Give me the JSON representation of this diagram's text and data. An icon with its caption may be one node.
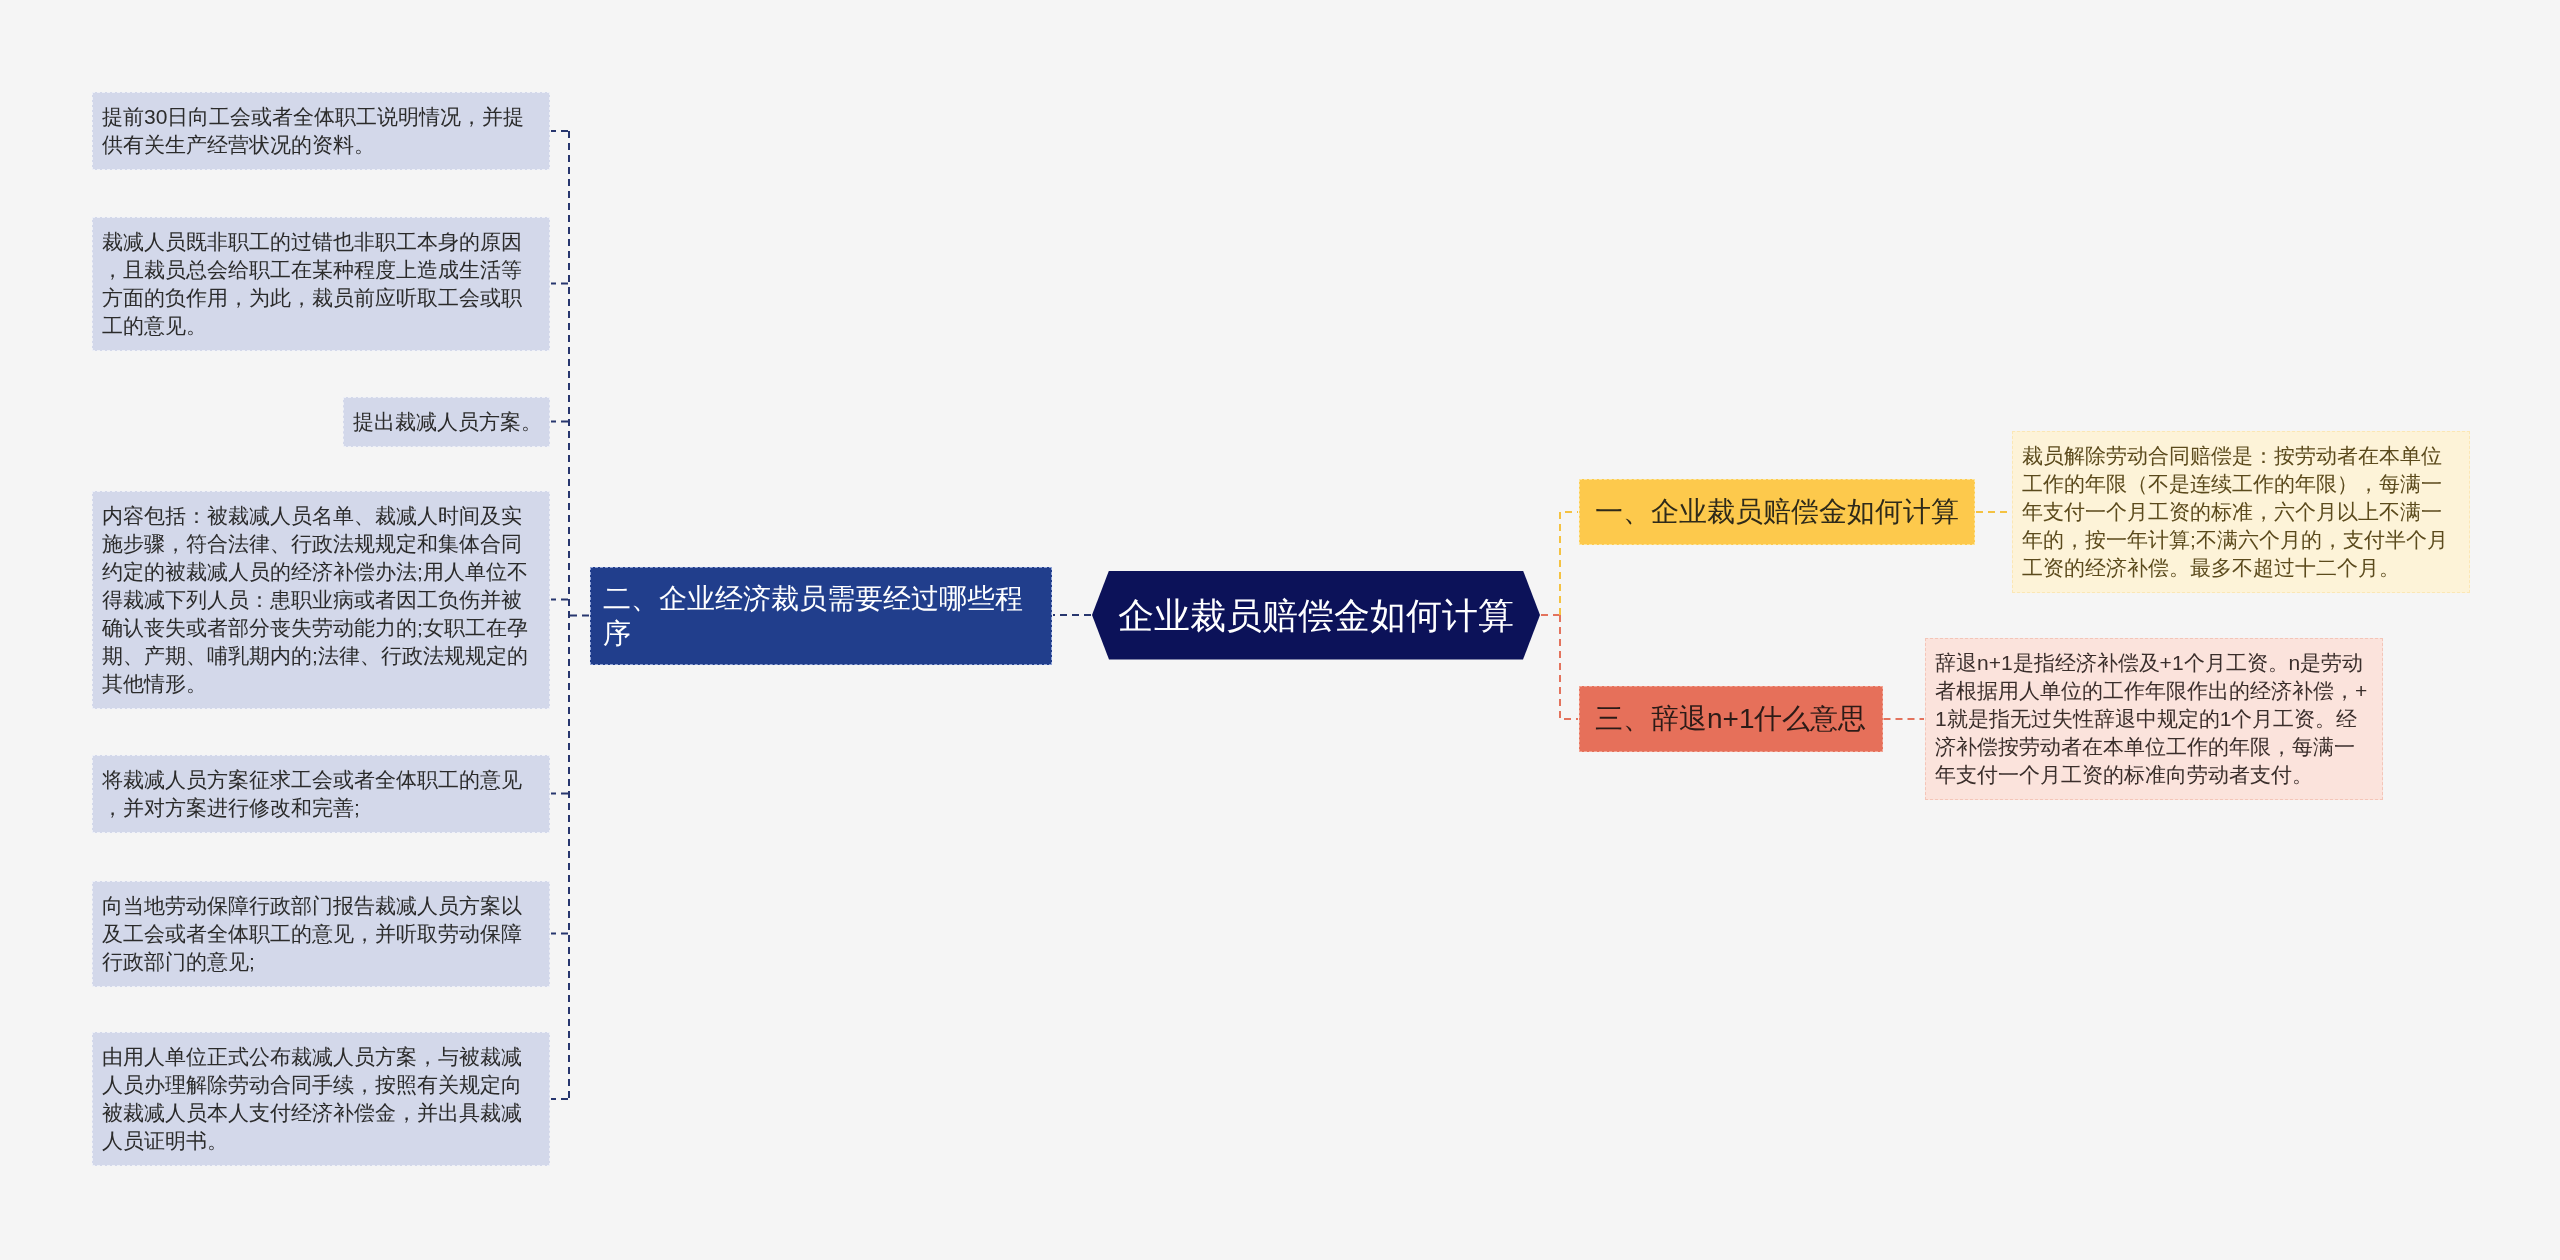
{
  "diagram": {
    "nodes": [
      {
        "text": [
          "企业裁员赔偿金如何计算"
        ]
      },
      {
        "text": [
          "一、企业裁员赔偿金如何计算"
        ]
      },
      {
        "text": [
          "裁员解除劳动合同赔偿是：按劳动者在本单位工作的年限（不是连续工作的年限），每满一年支付一个月工资的标准，六个月以上不满一年的，按一年计算;不满六个月的，支付半个月工资的经济补偿。最多不超过十二个月。"
        ]
      },
      {
        "text": [
          "二、企业经济裁员需要经过哪些程序"
        ]
      },
      {
        "text": [
          "提前30日向工会或者全体职工说明情况，并提供有关生产经营状况的资料。"
        ]
      },
      {
        "text": [
          "裁减人员既非职工的过错也非职工本身的原因，且裁员总会给职工在某种程度上造成生活等方面的负作用，为此，裁员前应听取工会或职工的意见。"
        ]
      },
      {
        "text": [
          "提出裁减人员方案。"
        ]
      },
      {
        "text": [
          "内容包括：被裁减人员名单、裁减人时间及实施步骤，符合法律、行政法规规定和集体合同约定的被裁减人员的经济补偿办法;用人单位不得裁减下列人员：患职业病或者因工负伤并被确认丧失或者部分丧失劳动能力的;女职工在孕期、产期、哺乳期内的;法律、行政法规规定的其他情形。"
        ]
      },
      {
        "text": [
          "将裁减人员方案征求工会或者全体职工的意见，并对方案进行修改和完善;"
        ]
      },
      {
        "text": [
          "向当地劳动保障行政部门报告裁减人员方案以及工会或者全体职工的意见，并听取劳动保障行政部门的意见;"
        ]
      },
      {
        "text": [
          "由用人单位正式公布裁减人员方案，与被裁减人员办理解除劳动合同手续，按照有关规定向被裁减人员本人支付经济补偿金，并出具裁减人员证明书。"
        ]
      },
      {
        "text": [
          "三、辞退n+1什么意思"
        ]
      },
      {
        "text": [
          "辞退n+1是指经济补偿及+1个月工资。n是劳动者根据用人单位的工作年限作出的经济补偿，+1就是指无过失性辞退中规定的1个月工资。经济补偿按劳动者在本单位工作的年限，每满一年支付一个月工资的标准向劳动者支付。"
        ]
      }
    ],
    "edges": [
      {
        "from": 0,
        "to": 1,
        "arrow": "none",
        "style": "dashed",
        "color": "#f4c242"
      },
      {
        "from": 1,
        "to": 2,
        "arrow": "none",
        "style": "dashed",
        "color": "#f4c242"
      },
      {
        "from": 0,
        "to": 3,
        "arrow": "none",
        "style": "dashed"
      },
      {
        "from": 3,
        "to": 4,
        "arrow": "none",
        "style": "dashed"
      },
      {
        "from": 3,
        "to": 5,
        "arrow": "none",
        "style": "dashed"
      },
      {
        "from": 3,
        "to": 6,
        "arrow": "none",
        "style": "dashed"
      },
      {
        "from": 3,
        "to": 7,
        "arrow": "none",
        "style": "dashed"
      },
      {
        "from": 3,
        "to": 8,
        "arrow": "none",
        "style": "dashed"
      },
      {
        "from": 3,
        "to": 9,
        "arrow": "none",
        "style": "dashed"
      },
      {
        "from": 3,
        "to": 10,
        "arrow": "none",
        "style": "dashed"
      },
      {
        "from": 0,
        "to": 11,
        "arrow": "none",
        "style": "dashed",
        "color": "#e3735d"
      },
      {
        "from": 11,
        "to": 12,
        "arrow": "none",
        "style": "dashed",
        "color": "#e3735d"
      }
    ]
  }
}
